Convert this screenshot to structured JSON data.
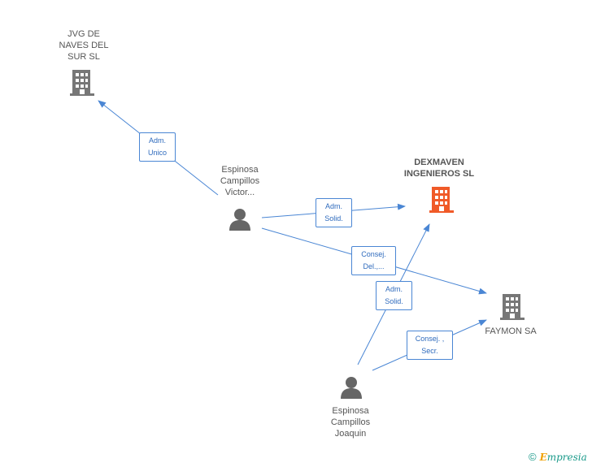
{
  "colors": {
    "edge": "#4a86d4",
    "company": "#777777",
    "company_highlight": "#f05a28",
    "person": "#666666"
  },
  "nodes": {
    "jvg": {
      "label": "JVG DE\nNAVES DEL\nSUR SL",
      "icon": "building-icon"
    },
    "dexmaven": {
      "label": "DEXMAVEN\nINGENIEROS SL",
      "icon": "building-icon"
    },
    "faymon": {
      "label": "FAYMON SA",
      "icon": "building-icon"
    },
    "victor": {
      "label": "Espinosa\nCampillos\nVictor...",
      "icon": "person-icon"
    },
    "joaquin": {
      "label": "Espinosa\nCampillos\nJoaquin",
      "icon": "person-icon"
    }
  },
  "edges": [
    {
      "label": "Adm.\nUnico"
    },
    {
      "label": "Adm.\nSolid."
    },
    {
      "label": "Consej.\nDel.,..."
    },
    {
      "label": "Adm.\nSolid."
    },
    {
      "label": "Consej. ,\nSecr."
    }
  ],
  "footer": {
    "copyright": "©",
    "brand_initial": "E",
    "brand_rest": "mpresia"
  }
}
